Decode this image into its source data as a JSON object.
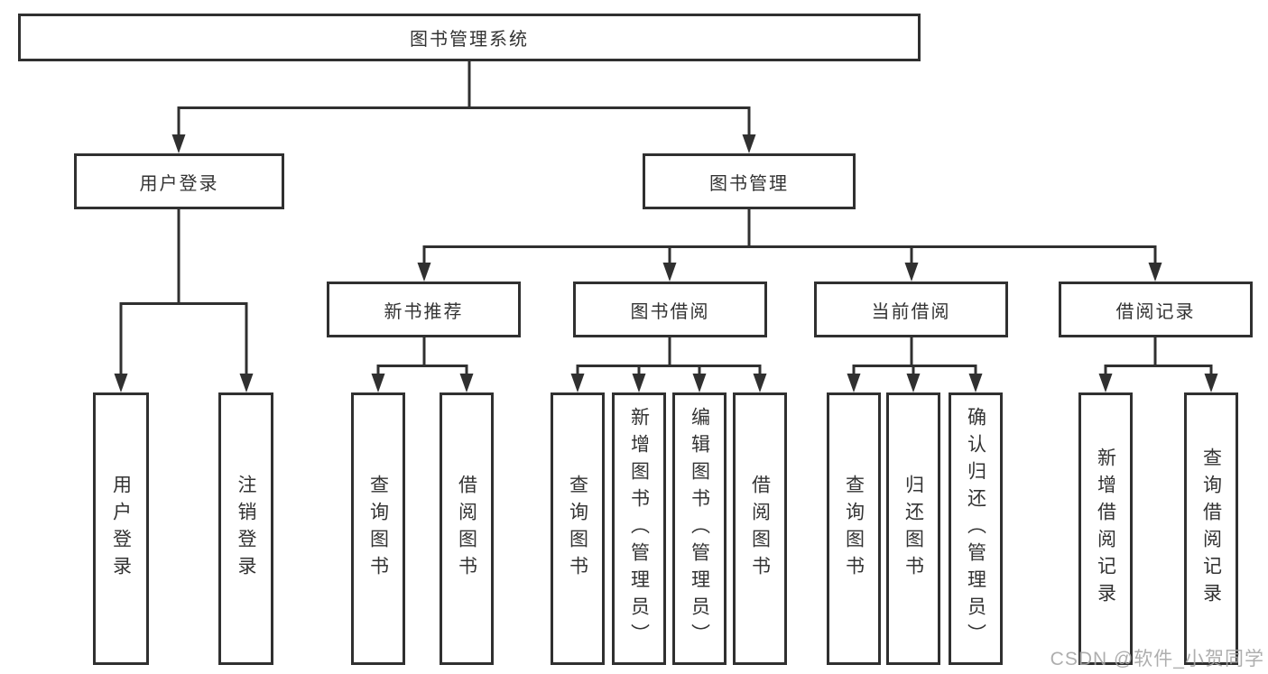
{
  "nodes": {
    "root": "图书管理系统",
    "user_login": "用户登录",
    "book_management": "图书管理",
    "new_book_recommend": "新书推荐",
    "book_borrowing": "图书借阅",
    "current_borrowing": "当前借阅",
    "borrowing_records": "借阅记录",
    "leaf_user_login": "用户登录",
    "leaf_logout": "注销登录",
    "leaf_query_books_recommend": "查询图书",
    "leaf_borrow_books_recommend": "借阅图书",
    "leaf_query_books_borrowing": "查询图书",
    "leaf_add_books_admin": "新增图书（管理员）",
    "leaf_edit_books_admin": "编辑图书（管理员）",
    "leaf_borrow_books_borrowing": "借阅图书",
    "leaf_query_books_current": "查询图书",
    "leaf_return_books": "归还图书",
    "leaf_confirm_return_admin": "确认归还（管理员）",
    "leaf_add_borrow_record": "新增借阅记录",
    "leaf_query_borrow_record": "查询借阅记录"
  },
  "hierarchy": {
    "图书管理系统": {
      "用户登录": [
        "用户登录",
        "注销登录"
      ],
      "图书管理": {
        "新书推荐": [
          "查询图书",
          "借阅图书"
        ],
        "图书借阅": [
          "查询图书",
          "新增图书（管理员）",
          "编辑图书（管理员）",
          "借阅图书"
        ],
        "当前借阅": [
          "查询图书",
          "归还图书",
          "确认归还（管理员）"
        ],
        "借阅记录": [
          "新增借阅记录",
          "查询借阅记录"
        ]
      }
    }
  },
  "watermark": "CSDN @软件_小贺同学",
  "colors": {
    "line": "#303030",
    "box_background": "#ffffff",
    "text": "#333333",
    "watermark": "#a6a6a6",
    "page_background": "#ffffff"
  }
}
